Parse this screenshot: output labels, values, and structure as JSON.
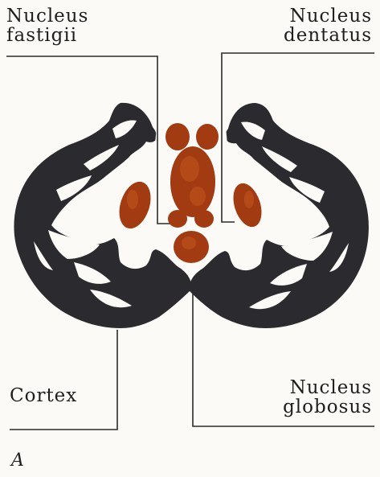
{
  "labels": {
    "nucleus_fastigii": [
      "Nucleus",
      "fastigii"
    ],
    "nucleus_dentatus": [
      "Nucleus",
      "dentatus"
    ],
    "cortex": "Cortex",
    "nucleus_globosus": [
      "Nucleus",
      "globosus"
    ]
  },
  "panel_letter": "A",
  "colors": {
    "cortex": "#2b2b2f",
    "nuclei": "#a23a12",
    "nuclei_highlight": "#c5581f",
    "leader_lines": "#2a2a2a",
    "background": "#fbfaf6"
  }
}
